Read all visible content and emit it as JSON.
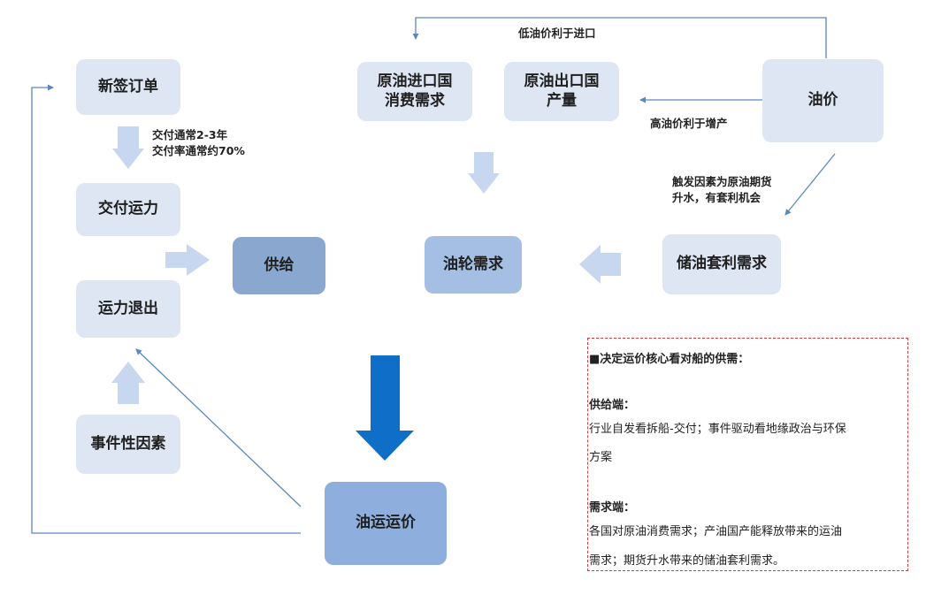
{
  "nodes": {
    "new_orders": "新签订单",
    "delivered_capacity": "交付运力",
    "capacity_exit": "运力退出",
    "event_factors": "事件性因素",
    "supply": "供给",
    "tanker_demand": "油轮需求",
    "storage_arbitrage_demand": "储油套利需求",
    "importer_demand": "原油进口国\n消费需求",
    "exporter_output": "原油出口国\n产量",
    "oil_price": "油价",
    "freight_rate": "油运运价"
  },
  "labels": {
    "delivery_note": "交付通常2-3年\n交付率通常约70%",
    "low_price": "低油价利于进口",
    "high_price": "高油价利于增产",
    "trigger": "触发因素为原油期货\n升水，有套利机会"
  },
  "note": {
    "title": "决定运价核心看对船的供需：",
    "supply_head": "供给端：",
    "supply_line1": "行业自发看拆船-交付；事件驱动看地缘政治与环保",
    "supply_line2": "方案",
    "demand_head": "需求端：",
    "demand_line1": "各国对原油消费需求；产油国产能释放带来的运油",
    "demand_line2": "需求；期货升水带来的储油套利需求。"
  },
  "colors": {
    "box_light": "#dde6f2",
    "box_mid": "#a4bfe3",
    "box_dark": "#8eaede",
    "block_arrow_light": "#c6d7ef",
    "main_arrow": "#0f6ec7",
    "line_arrow": "#5b86c4",
    "note_border": "#d23c3c"
  }
}
